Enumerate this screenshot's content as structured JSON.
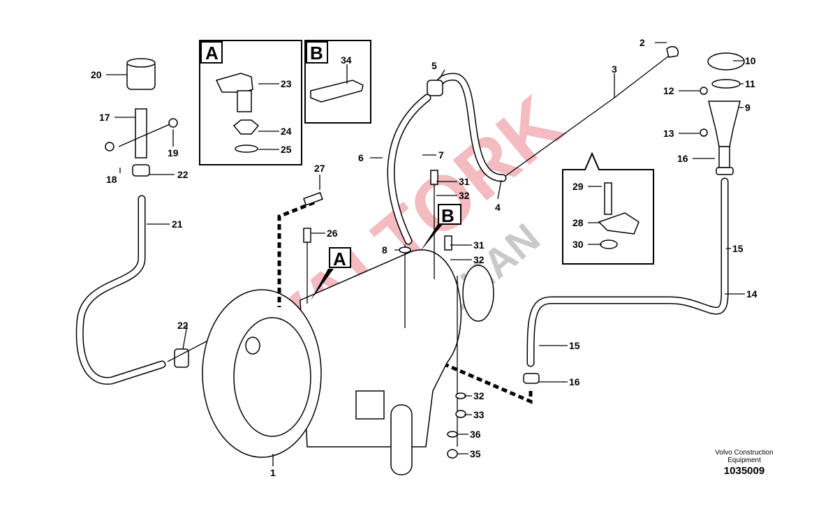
{
  "diagram": {
    "callouts": [
      "20",
      "17",
      "18",
      "19",
      "22",
      "21",
      "22",
      "23",
      "24",
      "25",
      "34",
      "27",
      "26",
      "1",
      "5",
      "6",
      "7",
      "31",
      "32",
      "8",
      "31",
      "32",
      "2",
      "3",
      "4",
      "29",
      "28",
      "30",
      "10",
      "11",
      "12",
      "9",
      "13",
      "16",
      "15",
      "14",
      "15",
      "16",
      "32",
      "33",
      "36",
      "35"
    ],
    "detail_boxes": {
      "a": "A",
      "b": "B"
    },
    "detail_markers": {
      "a": "A",
      "b": "B"
    },
    "footer": {
      "company_line1": "Volvo Construction",
      "company_line2": "Equipment",
      "drawing_number": "1035009"
    },
    "watermark": {
      "main": "VALTORK",
      "sub": "SANZHAN"
    }
  }
}
